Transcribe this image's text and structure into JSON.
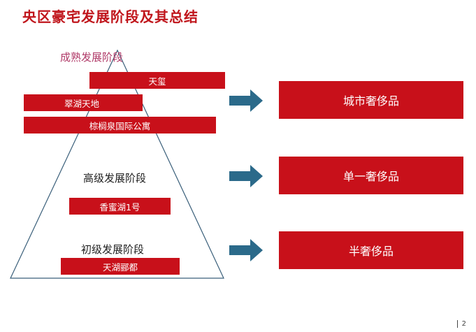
{
  "slide": {
    "title": "央区豪宅发展阶段及其总结",
    "page_number": "2"
  },
  "pyramid": {
    "stages": [
      {
        "label": "成熟发展阶段",
        "projects": [
          "天玺",
          "翠湖天地",
          "棕榈泉国际公寓"
        ]
      },
      {
        "label": "高级发展阶段",
        "projects": [
          "香蜜湖1号"
        ]
      },
      {
        "label": "初级发展阶段",
        "projects": [
          "天湖郦都"
        ]
      }
    ]
  },
  "categories": [
    "城市奢侈品",
    "单一奢侈品",
    "半奢侈品"
  ],
  "colors": {
    "title": "#c0161c",
    "block": "#c8101a",
    "arrow": "#2b6a8a",
    "triangle_stroke": "#3a5f7a"
  }
}
